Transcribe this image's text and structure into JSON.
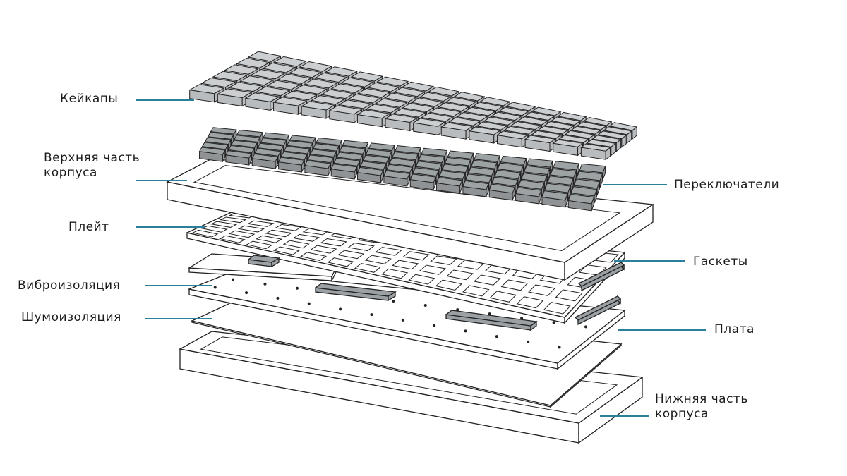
{
  "title": "Keyboard exploded view",
  "colors": {
    "leader": "#2a7f9a",
    "outline": "#222222",
    "keycap": "#b9bcbe",
    "switch": "#8f9395"
  },
  "labels": {
    "keycaps": "Кейкапы",
    "top_case_1": "Верхняя часть",
    "top_case_2": "корпуса",
    "plate": "Плейт",
    "vibration_damping": "Виброизоляция",
    "noise_damping": "Шумоизоляция",
    "switches": "Переключатели",
    "gaskets": "Гаскеты",
    "pcb": "Плата",
    "bottom_case_1": "Нижняя часть",
    "bottom_case_2": "корпуса"
  }
}
